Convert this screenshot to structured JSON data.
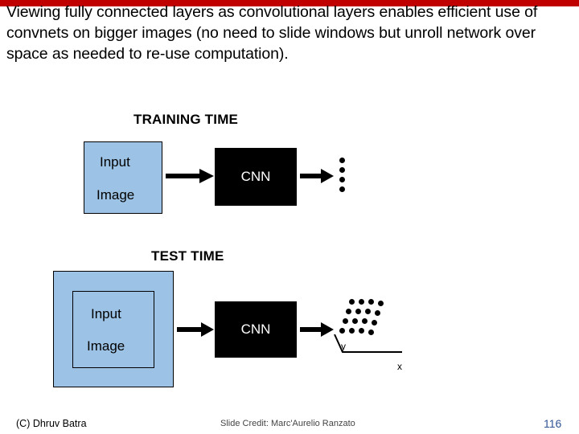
{
  "slide": {
    "body_text": "Viewing fully connected layers as convolutional layers enables efficient use of convnets on bigger images (no need to slide windows but unroll network over space as needed to re-use computation).",
    "training_heading": "TRAINING TIME",
    "test_heading": "TEST TIME",
    "training": {
      "input_label": "Input",
      "image_label": "Image",
      "cnn_label": "CNN"
    },
    "test": {
      "input_label": "Input",
      "image_label": "Image",
      "cnn_label": "CNN",
      "axis_y": "y",
      "axis_x": "x"
    },
    "footer": {
      "left": "(C) Dhruv Batra",
      "center": "Slide Credit: Marc'Aurelio Ranzato",
      "page_number": "116"
    },
    "colors": {
      "accent_bar": "#c00000",
      "box_fill": "#9cc3e5",
      "cnn_fill": "#000000",
      "page_number": "#2f5496"
    }
  }
}
